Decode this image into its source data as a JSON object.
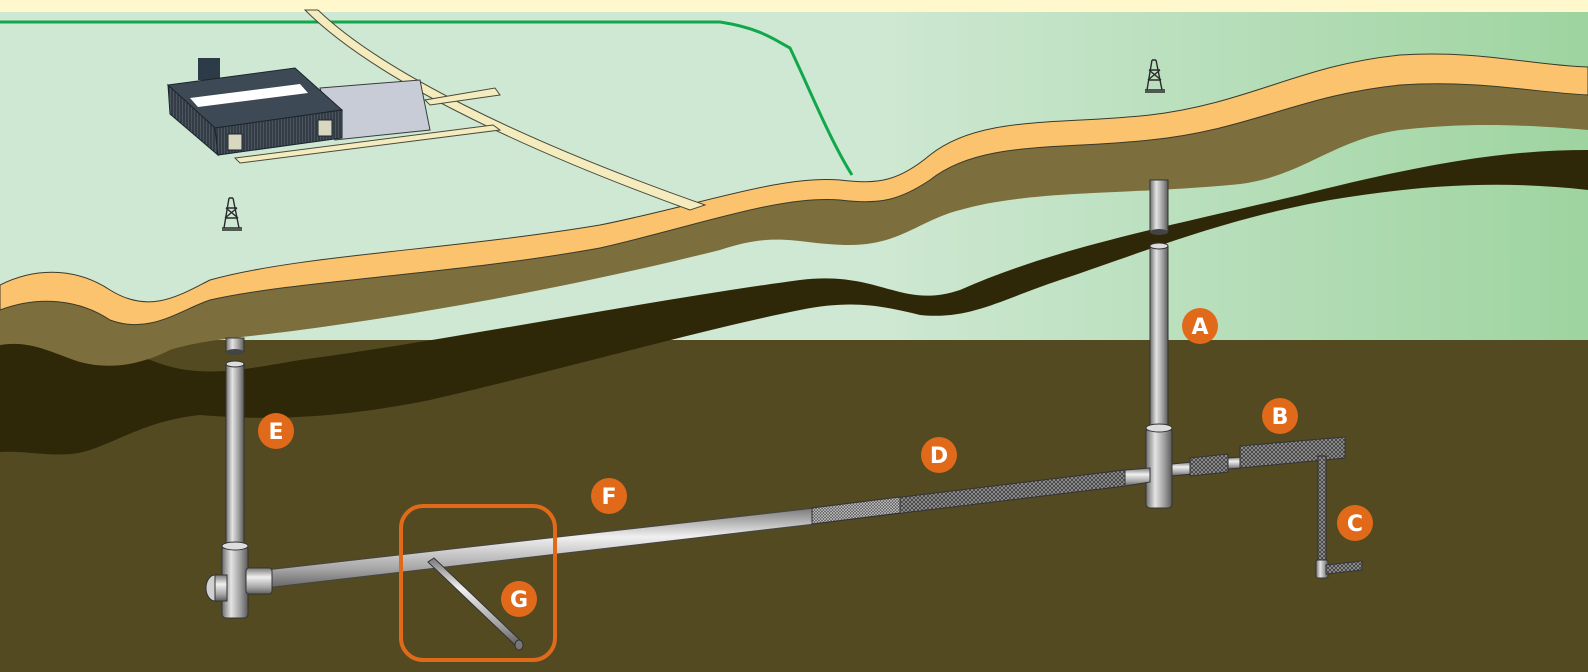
{
  "colors": {
    "top_band": "#fff8cc",
    "sky_light": "#cfe8d3",
    "sky_right": "#9ed4a0",
    "topsoil": "#fcc36f",
    "upper_layer": "#7c6f3d",
    "dark_layer": "#2f2808",
    "lower_layer": "#534a22",
    "pipe": "#a8a8a8",
    "label_orange": "#e06a1a",
    "boundary_line": "#10a84a"
  },
  "icons": [
    "warehouse-icon",
    "oil-derrick-icon",
    "oil-derrick-icon"
  ],
  "labels": [
    {
      "id": "A",
      "text": "A"
    },
    {
      "id": "B",
      "text": "B"
    },
    {
      "id": "C",
      "text": "C"
    },
    {
      "id": "D",
      "text": "D"
    },
    {
      "id": "E",
      "text": "E"
    },
    {
      "id": "F",
      "text": "F"
    },
    {
      "id": "G",
      "text": "G"
    }
  ]
}
